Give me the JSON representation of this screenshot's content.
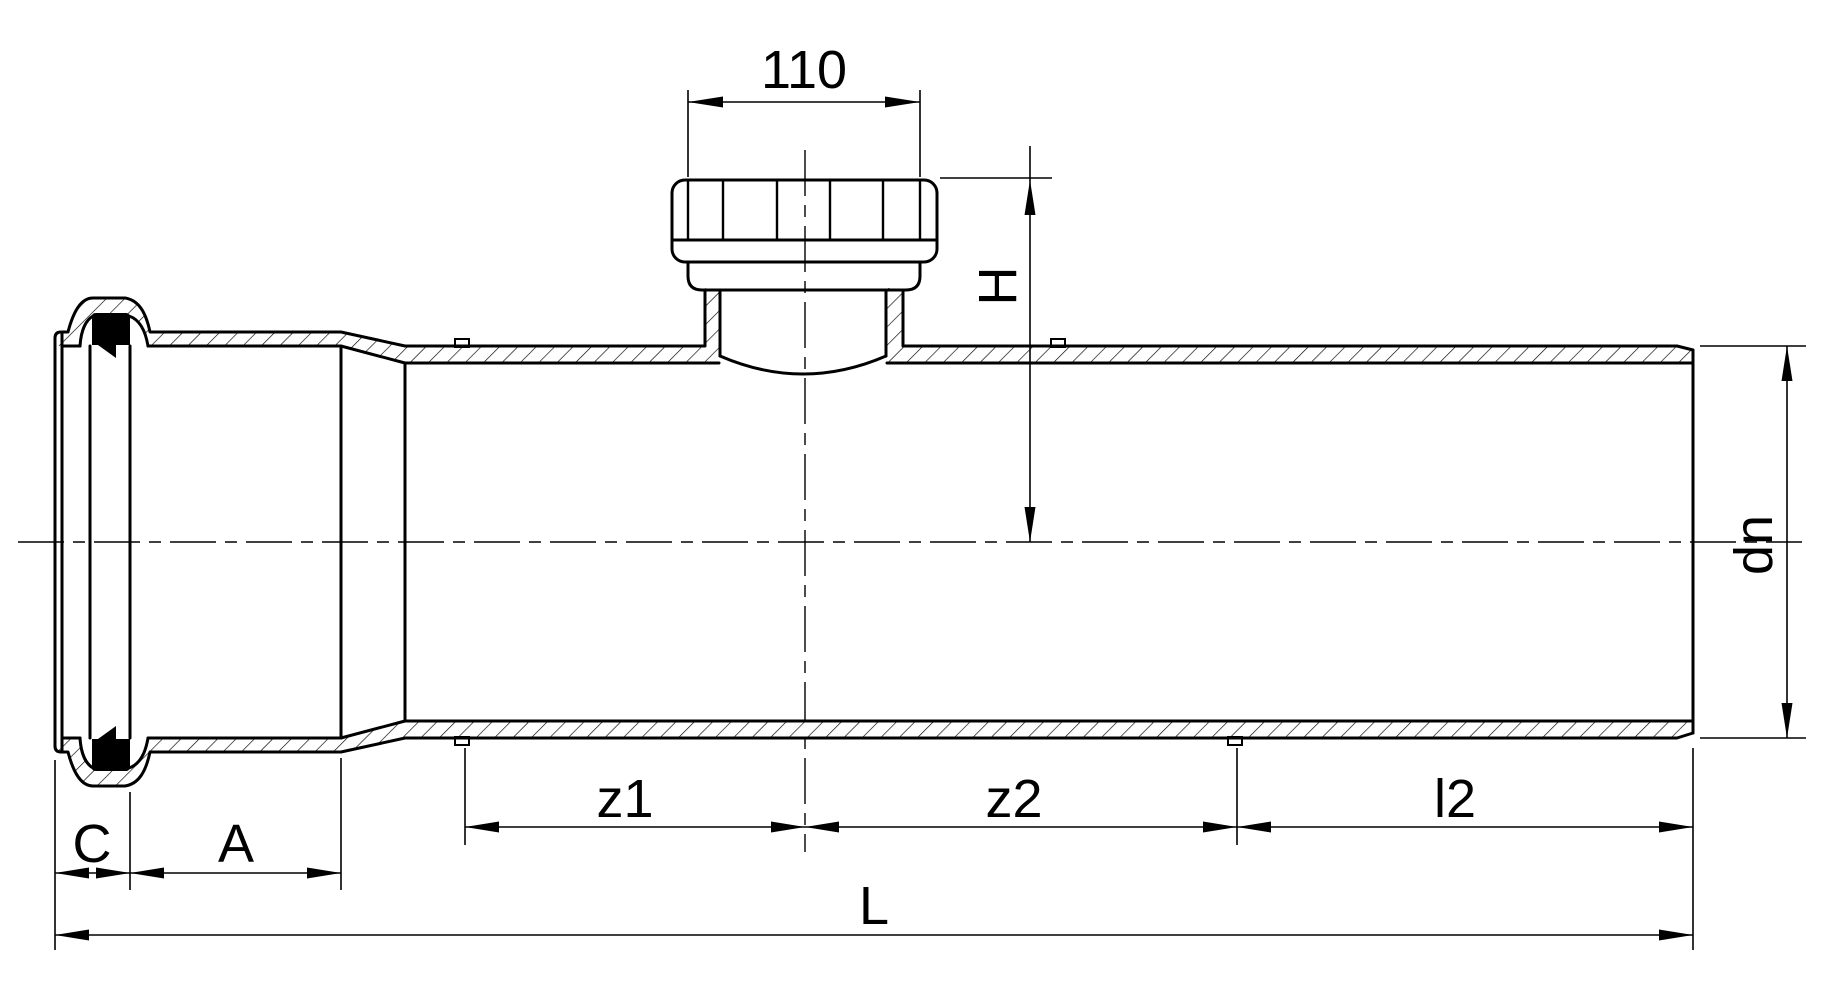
{
  "page": {
    "background": "#ffffff",
    "line_color": "#000000"
  },
  "drawing": {
    "type": "pipe-fitting-section-view",
    "dimensions": {
      "branch_width": {
        "label": "110"
      },
      "branch_height": {
        "label": "H"
      },
      "pipe_diameter": {
        "label": "dn"
      },
      "seal_depth": {
        "label": "C"
      },
      "socket_depth": {
        "label": "A"
      },
      "z1": {
        "label": "z1"
      },
      "z2": {
        "label": "z2"
      },
      "l2": {
        "label": "l2"
      },
      "total_length": {
        "label": "L"
      }
    }
  }
}
